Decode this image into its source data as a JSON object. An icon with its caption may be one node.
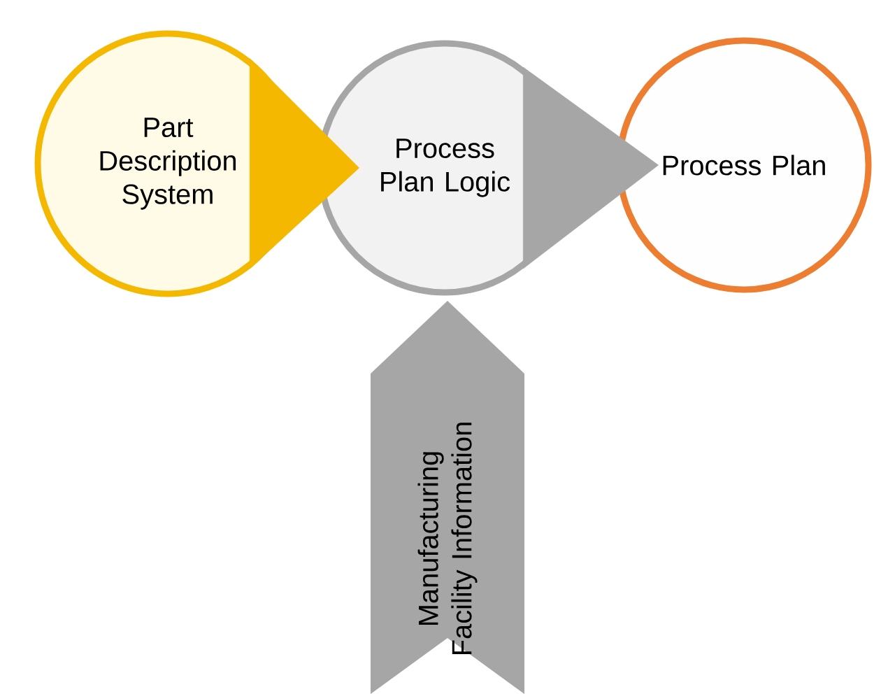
{
  "diagram": {
    "nodes": [
      {
        "text": [
          "Part Description System"
        ]
      },
      {
        "text": [
          "Process Plan Logic"
        ]
      },
      {
        "text": [
          "Process Plan"
        ]
      },
      {
        "text": [
          "Manufacturing Facility Information"
        ]
      }
    ],
    "edges": [
      {
        "from": 0,
        "to": 1,
        "arrow": "to",
        "color": "#f5b800"
      },
      {
        "from": 1,
        "to": 2,
        "arrow": "to",
        "color": "#a6a6a6"
      }
    ]
  }
}
